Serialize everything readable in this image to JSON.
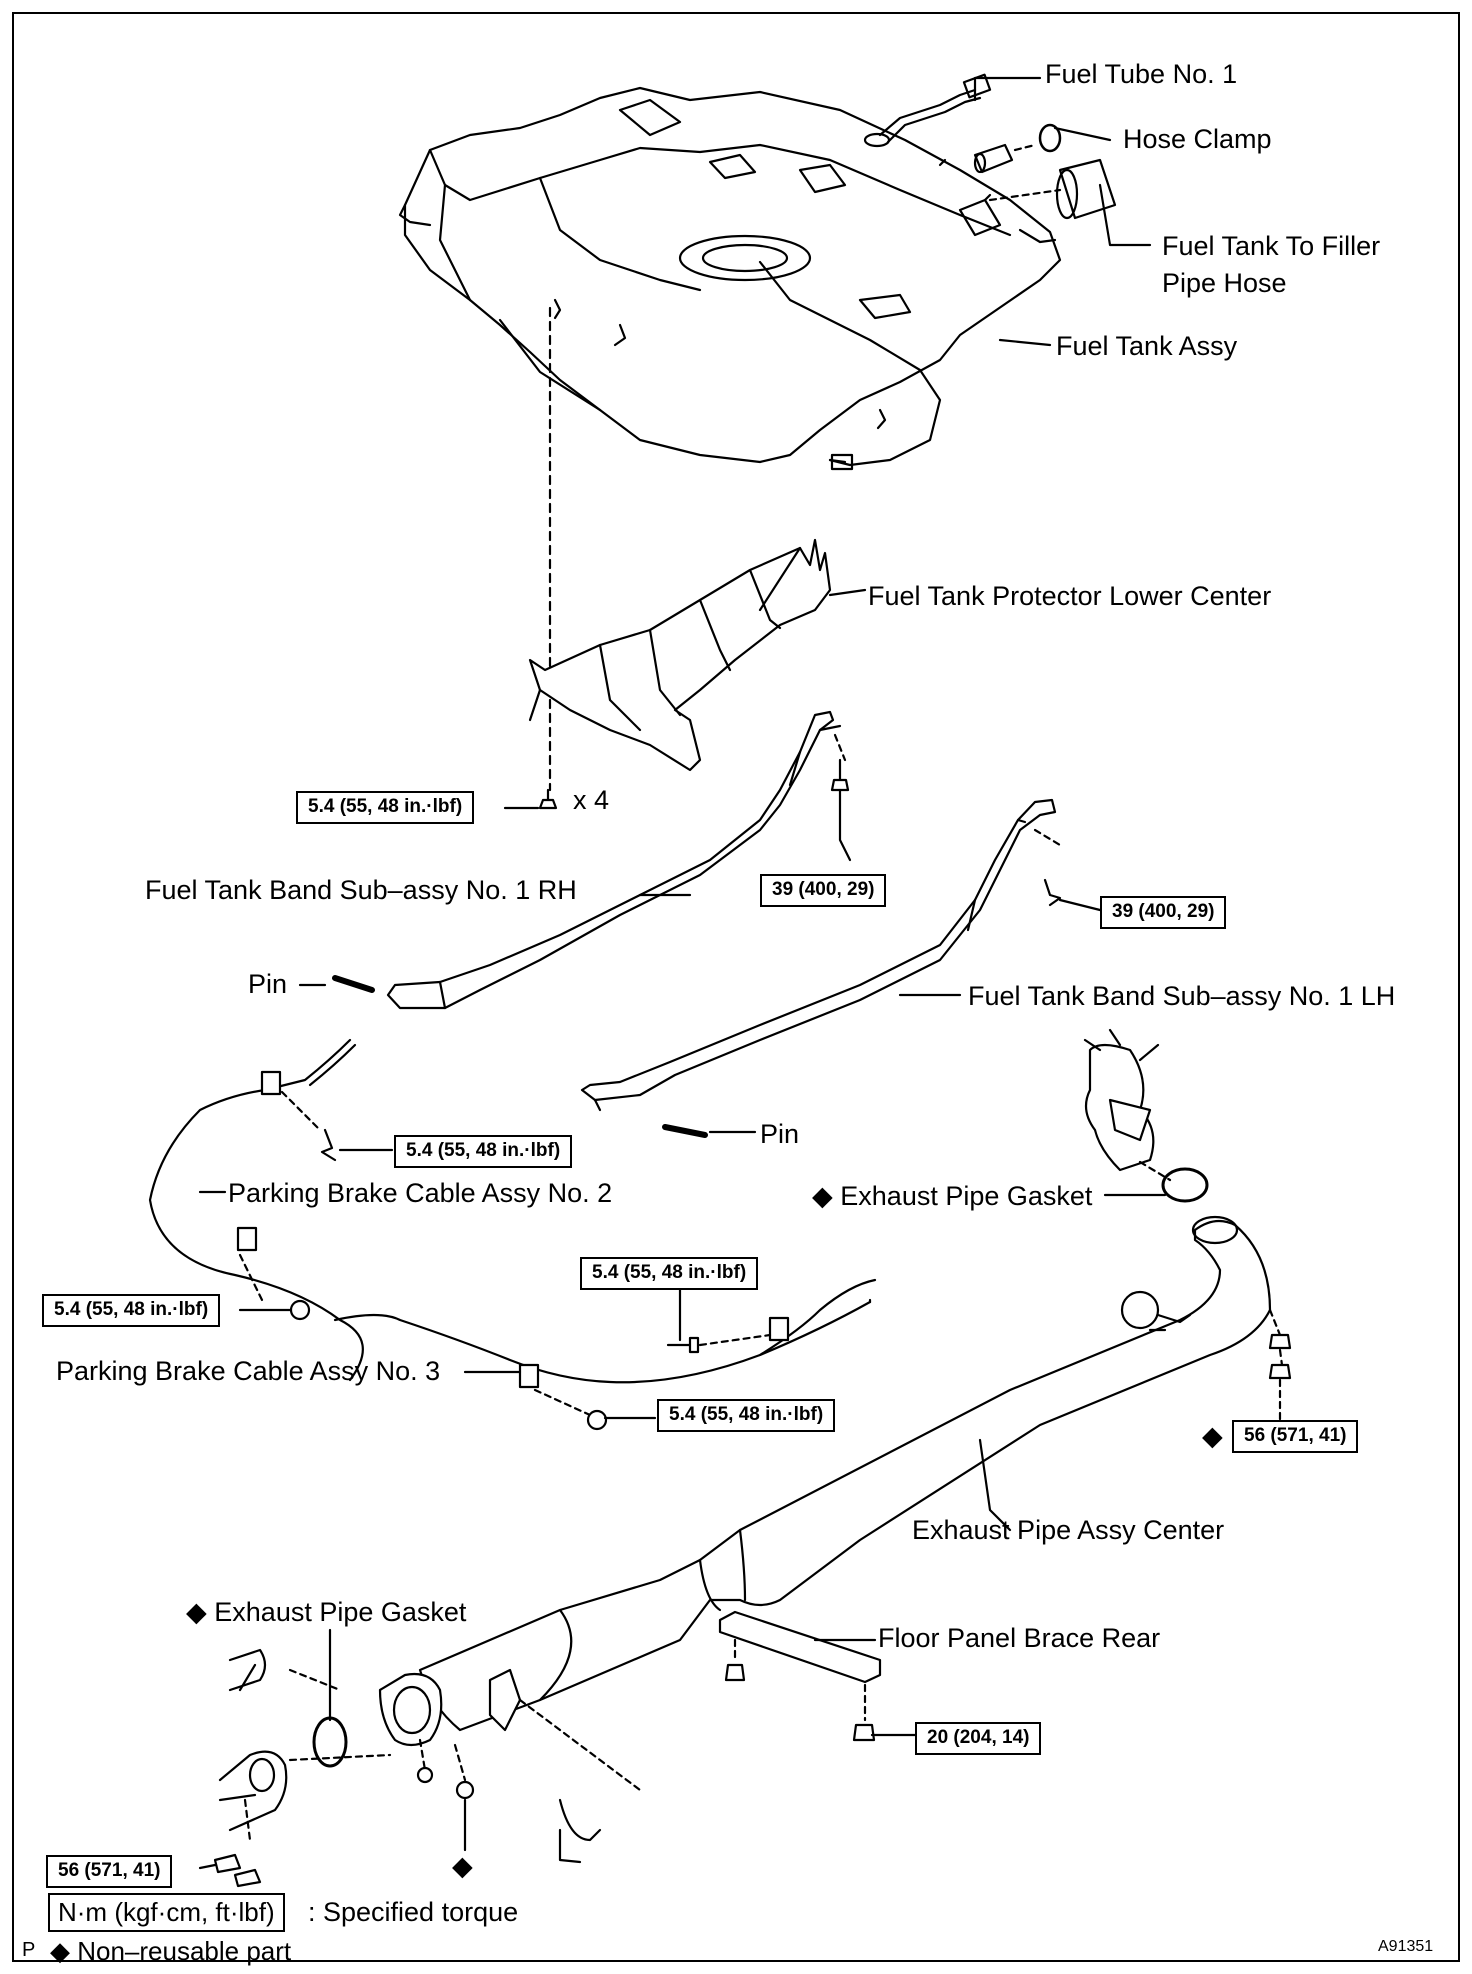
{
  "labels": {
    "fuel_tube": "Fuel Tube No. 1",
    "hose_clamp": "Hose Clamp",
    "filler_hose_1": "Fuel Tank To Filler",
    "filler_hose_2": "Pipe Hose",
    "fuel_tank": "Fuel Tank Assy",
    "protector": "Fuel Tank Protector Lower Center",
    "qty_x4": "x 4",
    "band_rh": "Fuel Tank Band Sub–assy No. 1 RH",
    "pin_left": "Pin",
    "band_lh": "Fuel Tank Band Sub–assy No. 1 LH",
    "pin_right": "Pin",
    "brake_cable_2": "Parking Brake Cable Assy No. 2",
    "exhaust_gasket_top": "Exhaust Pipe Gasket",
    "brake_cable_3": "Parking Brake Cable Assy No. 3",
    "exhaust_center": "Exhaust Pipe Assy Center",
    "exhaust_gasket_bottom": "Exhaust Pipe Gasket",
    "floor_brace": "Floor Panel Brace Rear"
  },
  "torques": {
    "protector_bolt": "5.4 (55, 48 in.·lbf)",
    "band_rh_bolt": "39 (400, 29)",
    "band_lh_bolt": "39 (400, 29)",
    "cable2_bolt": "5.4 (55, 48 in.·lbf)",
    "cable_left_nut": "5.4 (55, 48 in.·lbf)",
    "cable_mid_bolt": "5.4 (55, 48 in.·lbf)",
    "cable3_nut": "5.4 (55, 48 in.·lbf)",
    "exhaust_front_nut": "56 (571, 41)",
    "floor_brace_bolt": "20 (204, 14)",
    "exhaust_rear_bolt": "56 (571, 41)"
  },
  "legend": {
    "unit_box": "N·m (kgf·cm, ft·lbf)",
    "unit_text": ": Specified torque",
    "nonreusable_text": "Non–reusable part",
    "diamond": "◆"
  },
  "corner": {
    "left": "P",
    "right": "A91351"
  },
  "icons": {
    "nonreusable": "diamond-icon"
  }
}
